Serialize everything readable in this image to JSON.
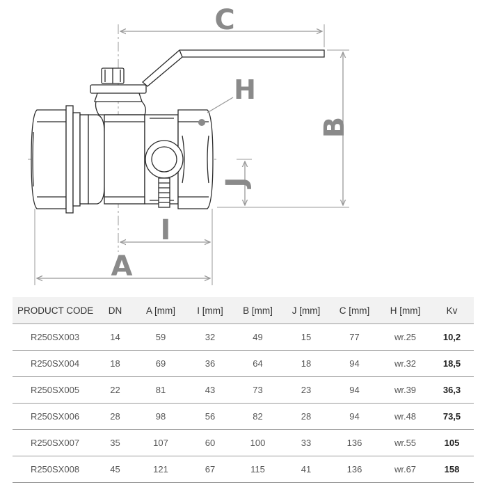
{
  "dimension_labels": {
    "A": "A",
    "B": "B",
    "C": "C",
    "H": "H",
    "I": "I",
    "J": "J"
  },
  "table": {
    "headers": [
      "PRODUCT CODE",
      "DN",
      "A [mm]",
      "I [mm]",
      "B [mm]",
      "J [mm]",
      "C [mm]",
      "H [mm]",
      "Kv"
    ],
    "rows": [
      [
        "R250SX003",
        "14",
        "59",
        "32",
        "49",
        "15",
        "77",
        "wr.25",
        "10,2"
      ],
      [
        "R250SX004",
        "18",
        "69",
        "36",
        "64",
        "18",
        "94",
        "wr.32",
        "18,5"
      ],
      [
        "R250SX005",
        "22",
        "81",
        "43",
        "73",
        "23",
        "94",
        "wr.39",
        "36,3"
      ],
      [
        "R250SX006",
        "28",
        "98",
        "56",
        "82",
        "28",
        "94",
        "wr.48",
        "73,5"
      ],
      [
        "R250SX007",
        "35",
        "107",
        "60",
        "100",
        "33",
        "136",
        "wr.55",
        "105"
      ],
      [
        "R250SX008",
        "45",
        "121",
        "67",
        "115",
        "41",
        "136",
        "wr.67",
        "158"
      ]
    ]
  }
}
